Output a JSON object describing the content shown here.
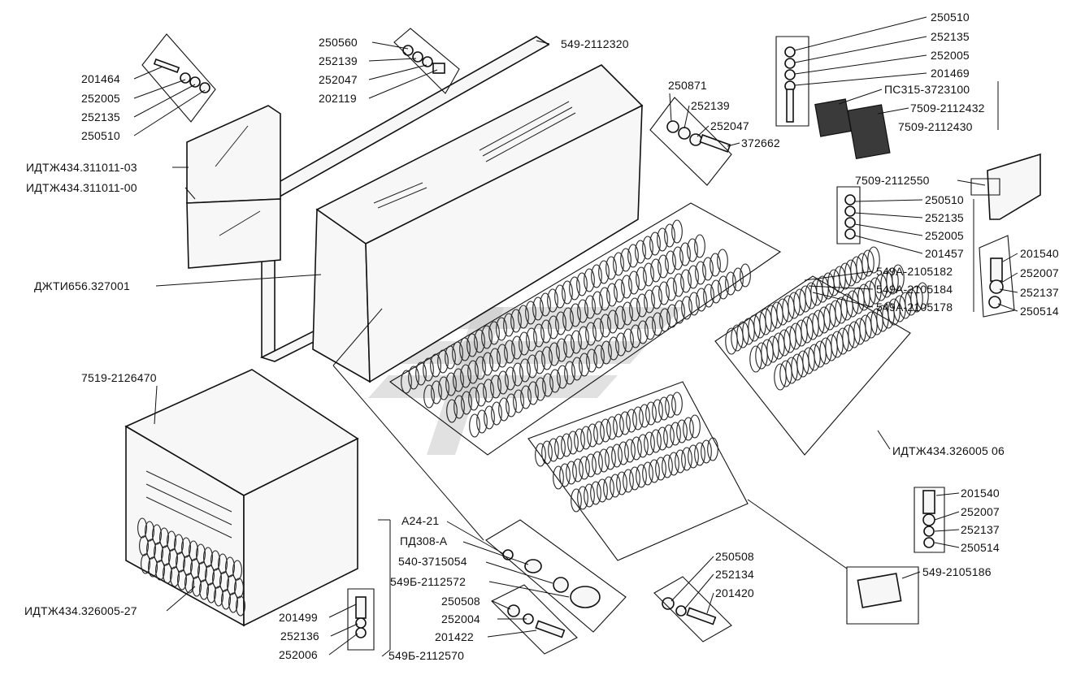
{
  "labels": {
    "l250560": "250560",
    "l252139a": "252139",
    "l252047a": "252047",
    "l202119": "202119",
    "l549_2112320": "549-2112320",
    "l201464": "201464",
    "l252005a": "252005",
    "l252135a": "252135",
    "l250510a": "250510",
    "idtzh_03": "ИДТЖ434.311011-03",
    "idtzh_00": "ИДТЖ434.311011-00",
    "dzhti": "ДЖТИ656.327001",
    "l250871": "250871",
    "l252139b": "252139",
    "l252047b": "252047",
    "l372662": "372662",
    "l250510b": "250510",
    "l252135b": "252135",
    "l252005b": "252005",
    "l201469": "201469",
    "ps315": "ПС315-3723100",
    "l7509_2112432": "7509-2112432",
    "l7509_2112430": "7509-2112430",
    "l7509_2112550": "7509-2112550",
    "l250510c": "250510",
    "l252135c": "252135",
    "l252005c": "252005",
    "l201457": "201457",
    "l549a_2105182": "549А-2105182",
    "l549a_2105184": "549А-2105184",
    "l549a_2105178": "549А-2105178",
    "l201540a": "201540",
    "l252007a": "252007",
    "l252137a": "252137",
    "l250514a": "250514",
    "l7519": "7519-2126470",
    "idtzh_06": "ИДТЖ434.326005 06",
    "l201540b": "201540",
    "l252007b": "252007",
    "l252137b": "252137",
    "l250514b": "250514",
    "l549_2105186": "549-2105186",
    "a24": "А24-21",
    "pd308": "ПД308-А",
    "l540": "540-3715054",
    "l549b_2112572": "549Б-2112572",
    "l250508a": "250508",
    "l252004": "252004",
    "l201422": "201422",
    "l250508b": "250508",
    "l252134": "252134",
    "l201420": "201420",
    "idtzh_27": "ИДТЖ434.326005-27",
    "l201499": "201499",
    "l252136": "252136",
    "l252006": "252006",
    "l549b_2112570": "549Б-2112570"
  }
}
